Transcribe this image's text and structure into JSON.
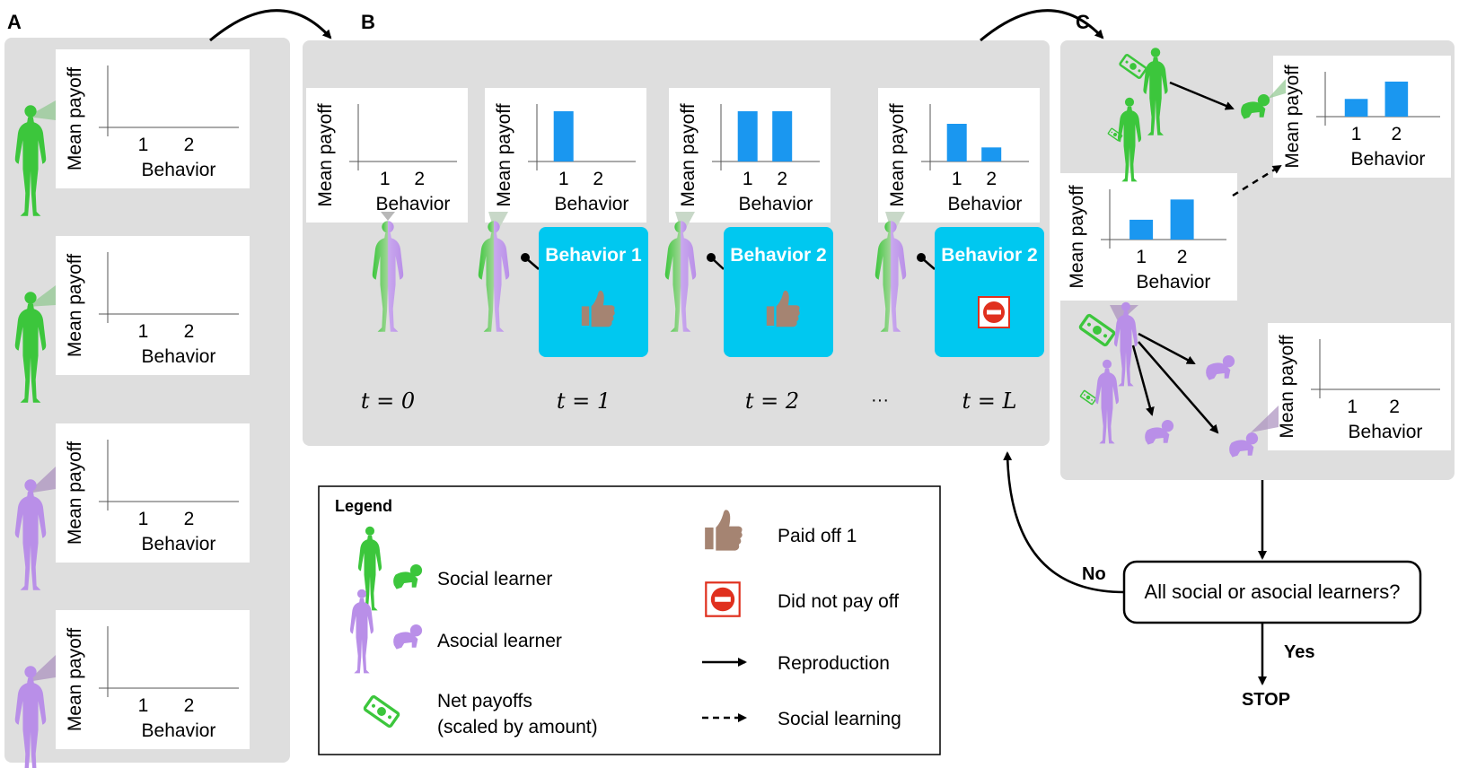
{
  "panels": {
    "a": "A",
    "b": "B",
    "c": "C"
  },
  "chart_labels": {
    "ylabel": "Mean payoff",
    "xlabel": "Behavior",
    "tick1": "1",
    "tick2": "2"
  },
  "time_labels": {
    "t0": "t = 0",
    "t1": "t = 1",
    "t2": "t = 2",
    "ellipsis": "···",
    "tL": "t = L"
  },
  "behavior_cards": {
    "b1": "Behavior 1",
    "b2": "Behavior 2",
    "b3": "Behavior 2"
  },
  "chart_data": [
    {
      "type": "bar",
      "panel": "A",
      "categories": [
        "1",
        "2"
      ],
      "values": [
        0,
        0
      ],
      "ylim": [
        0,
        1
      ]
    },
    {
      "type": "bar",
      "panel": "A",
      "categories": [
        "1",
        "2"
      ],
      "values": [
        0,
        0
      ],
      "ylim": [
        0,
        1
      ]
    },
    {
      "type": "bar",
      "panel": "A",
      "categories": [
        "1",
        "2"
      ],
      "values": [
        0,
        0
      ],
      "ylim": [
        0,
        1
      ]
    },
    {
      "type": "bar",
      "panel": "A",
      "categories": [
        "1",
        "2"
      ],
      "values": [
        0,
        0
      ],
      "ylim": [
        0,
        1
      ]
    },
    {
      "type": "bar",
      "panel": "B",
      "time": "0",
      "categories": [
        "1",
        "2"
      ],
      "values": [
        0,
        0
      ],
      "ylim": [
        0,
        1
      ]
    },
    {
      "type": "bar",
      "panel": "B",
      "time": "1",
      "categories": [
        "1",
        "2"
      ],
      "values": [
        1,
        0
      ],
      "ylim": [
        0,
        1
      ]
    },
    {
      "type": "bar",
      "panel": "B",
      "time": "2",
      "categories": [
        "1",
        "2"
      ],
      "values": [
        1,
        1
      ],
      "ylim": [
        0,
        1
      ]
    },
    {
      "type": "bar",
      "panel": "B",
      "time": "L",
      "categories": [
        "1",
        "2"
      ],
      "values": [
        0.75,
        0.28
      ],
      "ylim": [
        0,
        1
      ]
    },
    {
      "type": "bar",
      "panel": "C",
      "categories": [
        "1",
        "2"
      ],
      "values": [
        0.47,
        0.93
      ],
      "ylim": [
        0,
        1
      ]
    },
    {
      "type": "bar",
      "panel": "C",
      "categories": [
        "1",
        "2"
      ],
      "values": [
        0.46,
        0.93
      ],
      "ylim": [
        0,
        1
      ]
    },
    {
      "type": "bar",
      "panel": "C",
      "categories": [
        "1",
        "2"
      ],
      "values": [
        0,
        0
      ],
      "ylim": [
        0,
        1
      ]
    }
  ],
  "flow": {
    "question": "All social or asocial learners?",
    "no": "No",
    "yes": "Yes",
    "stop": "STOP"
  },
  "legend": {
    "title": "Legend",
    "social": "Social learner",
    "asocial": "Asocial learner",
    "net1": "Net payoffs",
    "net2": "(scaled by amount)",
    "paid": "Paid off 1",
    "notpaid": "Did not pay off",
    "repro": "Reproduction",
    "social_learning": "Social learning"
  },
  "colors": {
    "green": "#3cc63c",
    "purple": "#b98fe8",
    "bar": "#1a97f0",
    "card": "#00c8f0",
    "panel": "#dedede",
    "thumb": "#a58472",
    "stop_red": "#e0301e"
  }
}
